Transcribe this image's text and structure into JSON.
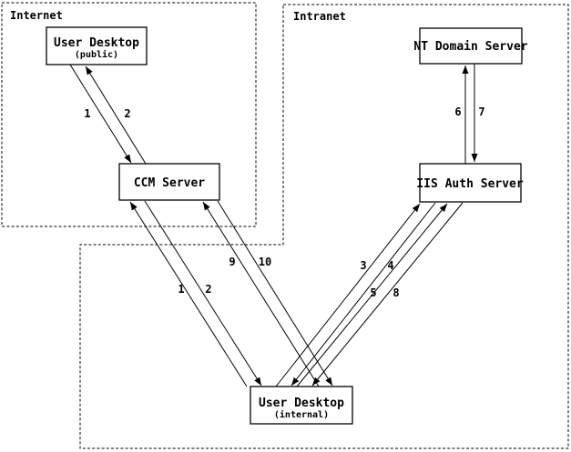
{
  "diagram": {
    "zones": {
      "internet": {
        "label": "Internet"
      },
      "intranet": {
        "label": "Intranet"
      }
    },
    "nodes": {
      "user_desktop_public": {
        "title": "User Desktop",
        "subtitle": "(public)"
      },
      "ccm_server": {
        "title": "CCM Server"
      },
      "nt_domain_server": {
        "title": "NT Domain Server"
      },
      "iis_auth_server": {
        "title": "IIS Auth Server"
      },
      "user_desktop_internal": {
        "title": "User Desktop",
        "subtitle": "(internal)"
      }
    },
    "flows": [
      {
        "label": "1",
        "from": "User Desktop (public)",
        "to": "CCM Server"
      },
      {
        "label": "2",
        "from": "CCM Server",
        "to": "User Desktop (public)"
      },
      {
        "label": "1",
        "from": "User Desktop (internal)",
        "to": "CCM Server"
      },
      {
        "label": "2",
        "from": "CCM Server",
        "to": "User Desktop (internal)"
      },
      {
        "label": "9",
        "from": "User Desktop (internal)",
        "to": "CCM Server"
      },
      {
        "label": "10",
        "from": "CCM Server",
        "to": "User Desktop (internal)"
      },
      {
        "label": "3",
        "from": "User Desktop (internal)",
        "to": "IIS Auth Server"
      },
      {
        "label": "4",
        "from": "IIS Auth Server",
        "to": "User Desktop (internal)"
      },
      {
        "label": "5",
        "from": "User Desktop (internal)",
        "to": "IIS Auth Server"
      },
      {
        "label": "8",
        "from": "IIS Auth Server",
        "to": "User Desktop (internal)"
      },
      {
        "label": "6",
        "from": "IIS Auth Server",
        "to": "NT Domain Server"
      },
      {
        "label": "7",
        "from": "NT Domain Server",
        "to": "IIS Auth Server"
      }
    ],
    "colors": {
      "line": "#000000",
      "background": "#ffffff"
    }
  }
}
